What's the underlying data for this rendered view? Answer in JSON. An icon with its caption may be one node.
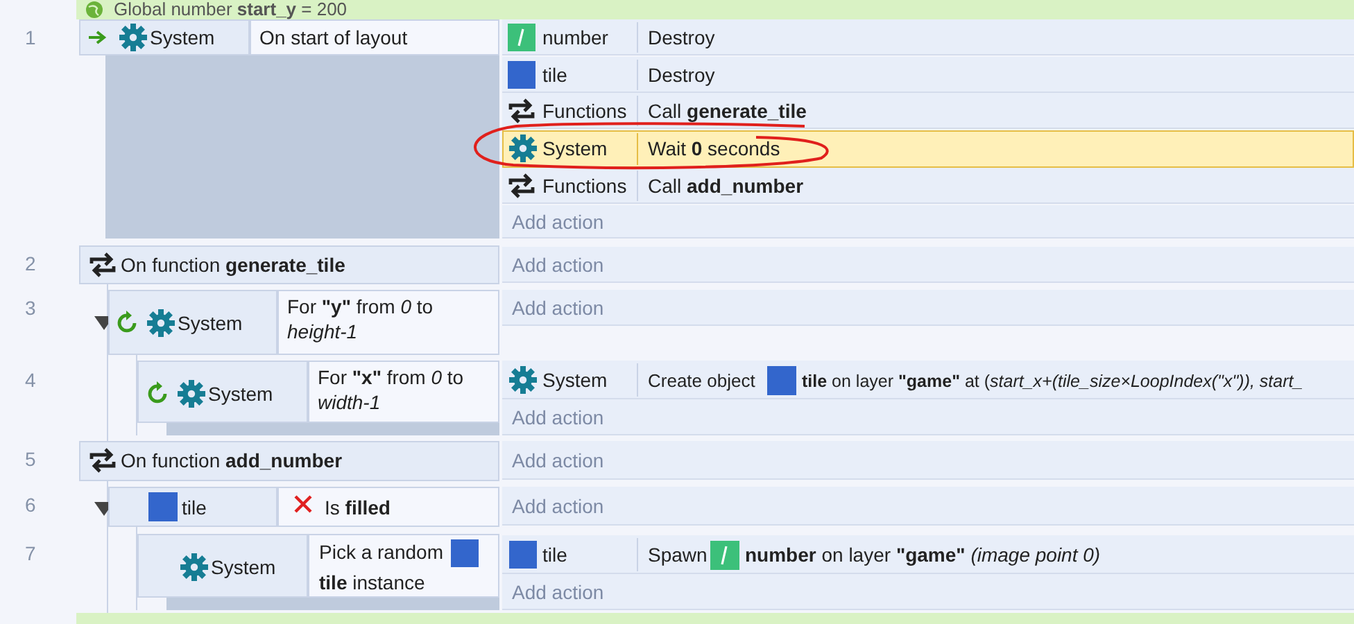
{
  "diagram": {
    "labels": [
      "Global number **start_y** = 200",
      "1",
      "System",
      "On start of layout",
      "number",
      "Destroy",
      "tile",
      "Destroy",
      "Functions",
      "Call **generate_tile**",
      "System",
      "Wait **0** seconds",
      "Functions",
      "Call **add_number**",
      "Add action",
      "2",
      "On function **generate_tile**",
      "Add action",
      "3",
      "System",
      "For **\"y\"** from *0* to *height-1*",
      "Add action",
      "4",
      "System",
      "For **\"x\"** from *0* to *width-1*",
      "System",
      "Create object",
      "**tile** on layer **\"game\"** at (*start_x+(tile_size×LoopIndex(\"x\")), start_*",
      "Add action",
      "5",
      "On function **add_number**",
      "Add action",
      "6",
      "tile",
      "Is **filled**",
      "Add action",
      "7",
      "System",
      "Pick a random",
      "**tile** instance",
      "tile",
      "Spawn",
      "**number** on layer **\"game\"** *(image point 0)*",
      "Add action"
    ]
  }
}
